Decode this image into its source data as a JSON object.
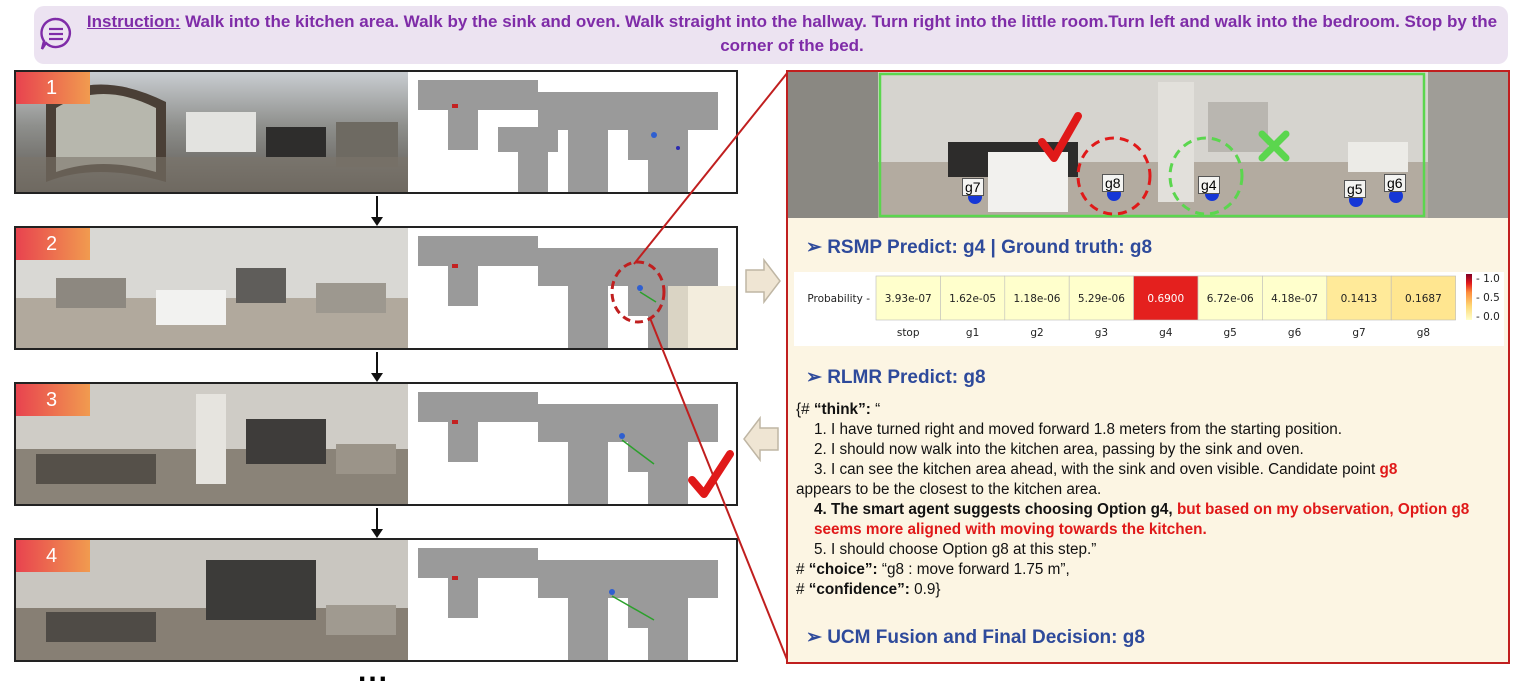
{
  "instruction": {
    "label": "Instruction:",
    "text": "Walk into the kitchen area. Walk by the sink and oven. Walk straight into the hallway. Turn right into the little room.Turn left and walk into the bedroom. Stop by the corner of the bed."
  },
  "steps": [
    {
      "number": "1"
    },
    {
      "number": "2"
    },
    {
      "number": "3"
    },
    {
      "number": "4"
    }
  ],
  "ellipsis": "...",
  "detail": {
    "candidate_labels": [
      "g7",
      "g8",
      "g4",
      "g5",
      "g6"
    ],
    "rsmp_title": "RSMP Predict: g4 | Ground truth: g8",
    "rlmr_title": "RLMR Predict: g8",
    "ucm_title": "UCM Fusion and Final Decision: g8",
    "reasoning": {
      "open": "{#",
      "think_key": "“think”:",
      "think_open_quote": "“",
      "line1": "1. I have turned right and moved forward 1.8 meters from the starting position.",
      "line2": "2. I should now walk into the kitchen area, passing by the sink and oven.",
      "line3a": "3. I can see the kitchen area ahead, with the sink and oven visible. Candidate point",
      "line3b": "g8",
      "line3c": "appears to be the closest to the kitchen area.",
      "line4a": "4. The smart agent suggests choosing Option g4,",
      "line4b": "but based on my observation, Option g8 seems more aligned with moving towards the kitchen.",
      "line5": "5. I should choose Option g8 at this step.”",
      "choice_prefix": "#",
      "choice_key": "“choice”:",
      "choice_val": "“g8 : move forward 1.75 m”,",
      "confidence_prefix": "#",
      "confidence_key": "“confidence”:",
      "confidence_val": "0.9}"
    }
  },
  "colors": {
    "banner_text": "#7f2ca8",
    "section_title": "#2e4a9b",
    "highlight": "#e01919",
    "frame": "#c01f1f",
    "badge_start": "#e8434f",
    "badge_end": "#f19b4f"
  },
  "chart_data": {
    "type": "heatmap",
    "row_label": "Probability",
    "categories": [
      "stop",
      "g1",
      "g2",
      "g3",
      "g4",
      "g5",
      "g6",
      "g7",
      "g8"
    ],
    "values": [
      3.93e-07,
      1.62e-05,
      1.18e-06,
      5.29e-06,
      0.69,
      6.72e-06,
      4.18e-07,
      0.1413,
      0.1687
    ],
    "cell_labels": [
      "3.93e-07",
      "1.62e-05",
      "1.18e-06",
      "5.29e-06",
      "0.6900",
      "6.72e-06",
      "4.18e-07",
      "0.1413",
      "0.1687"
    ],
    "colorbar": {
      "ticks": [
        "1.0",
        "0.5",
        "0.0"
      ],
      "range": [
        0,
        1
      ],
      "colormap": "YlOrRd"
    }
  }
}
